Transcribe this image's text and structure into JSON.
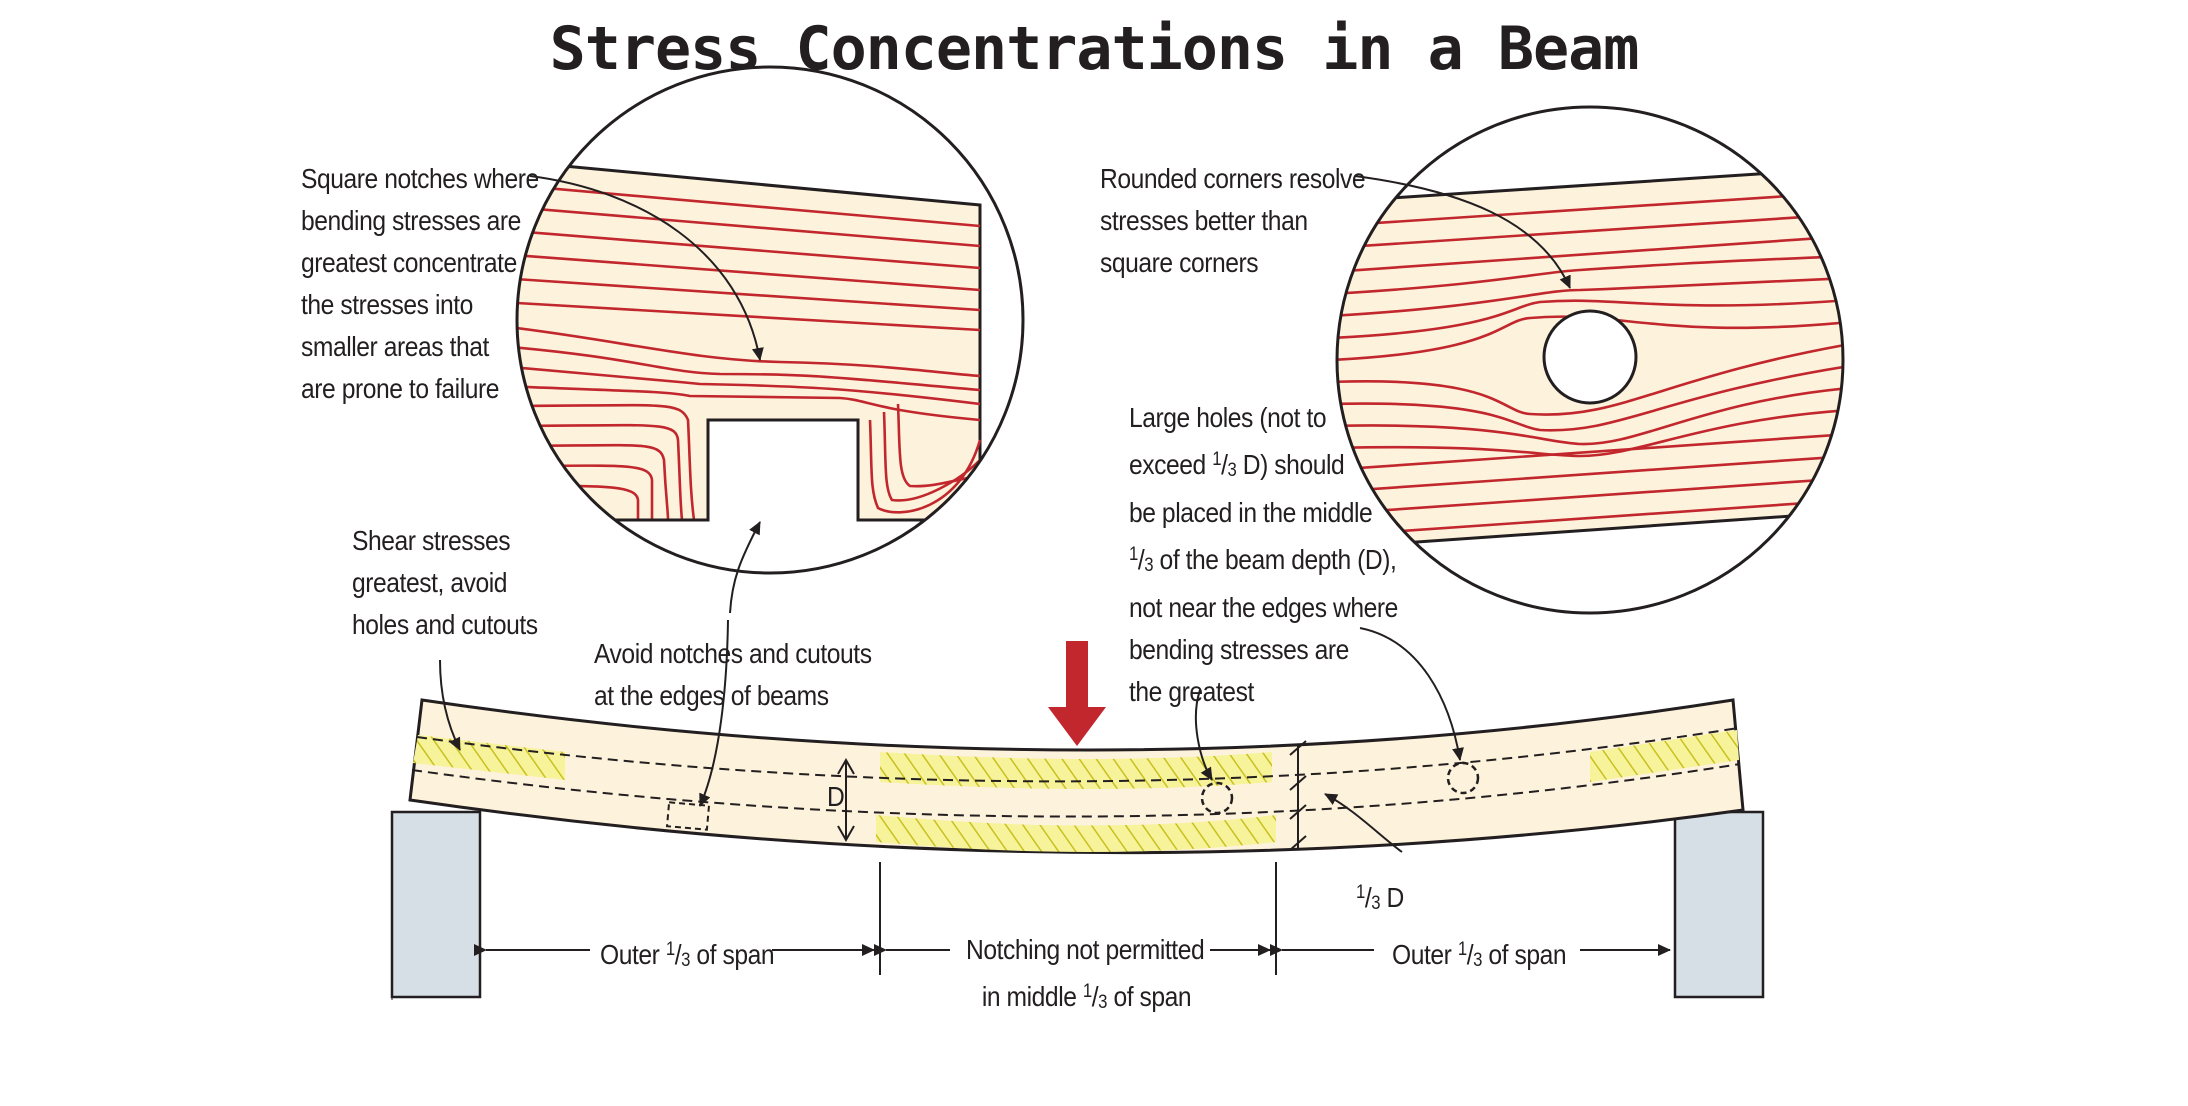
{
  "title": "Stress Concentrations in a Beam",
  "callouts": {
    "square_notches": [
      "Square notches where",
      "bending stresses are",
      "greatest concentrate",
      "the stresses into",
      "smaller areas that",
      "are prone to failure"
    ],
    "rounded_corners": [
      "Rounded corners resolve",
      "stresses better than",
      "square corners"
    ],
    "shear_stresses": [
      "Shear stresses",
      "greatest, avoid",
      "holes and cutouts"
    ],
    "avoid_notches": [
      "Avoid notches and cutouts",
      "at the edges of beams"
    ],
    "large_holes": {
      "line1": "Large holes (not to",
      "line2_pre": "exceed ",
      "line2_frac_num": "1",
      "line2_frac_den": "3",
      "line2_post": " D) should",
      "line3": "be placed in the middle",
      "line4_frac_num": "1",
      "line4_frac_den": "3",
      "line4_post": " of the beam depth (D),",
      "line5": "not near the edges where",
      "line6": "bending stresses are",
      "line7": "the greatest"
    }
  },
  "dimensions": {
    "depth_label": "D",
    "third_depth": {
      "num": "1",
      "den": "3",
      "post": " D"
    },
    "outer_left": {
      "pre": "Outer ",
      "num": "1",
      "den": "3",
      "post": " of span"
    },
    "middle_line1": "Notching not permitted",
    "middle_line2": {
      "pre": "in middle ",
      "num": "1",
      "den": "3",
      "post": " of span"
    },
    "outer_right": {
      "pre": "Outer ",
      "num": "1",
      "den": "3",
      "post": " of span"
    }
  },
  "colors": {
    "wood": "#fdf2dc",
    "stress_line": "#c1272d",
    "load_arrow": "#c1272d",
    "hatch_fill": "#f7f39a",
    "hatch_line": "#c9c020",
    "support": "#d6dfe5",
    "ink": "#231f20"
  }
}
